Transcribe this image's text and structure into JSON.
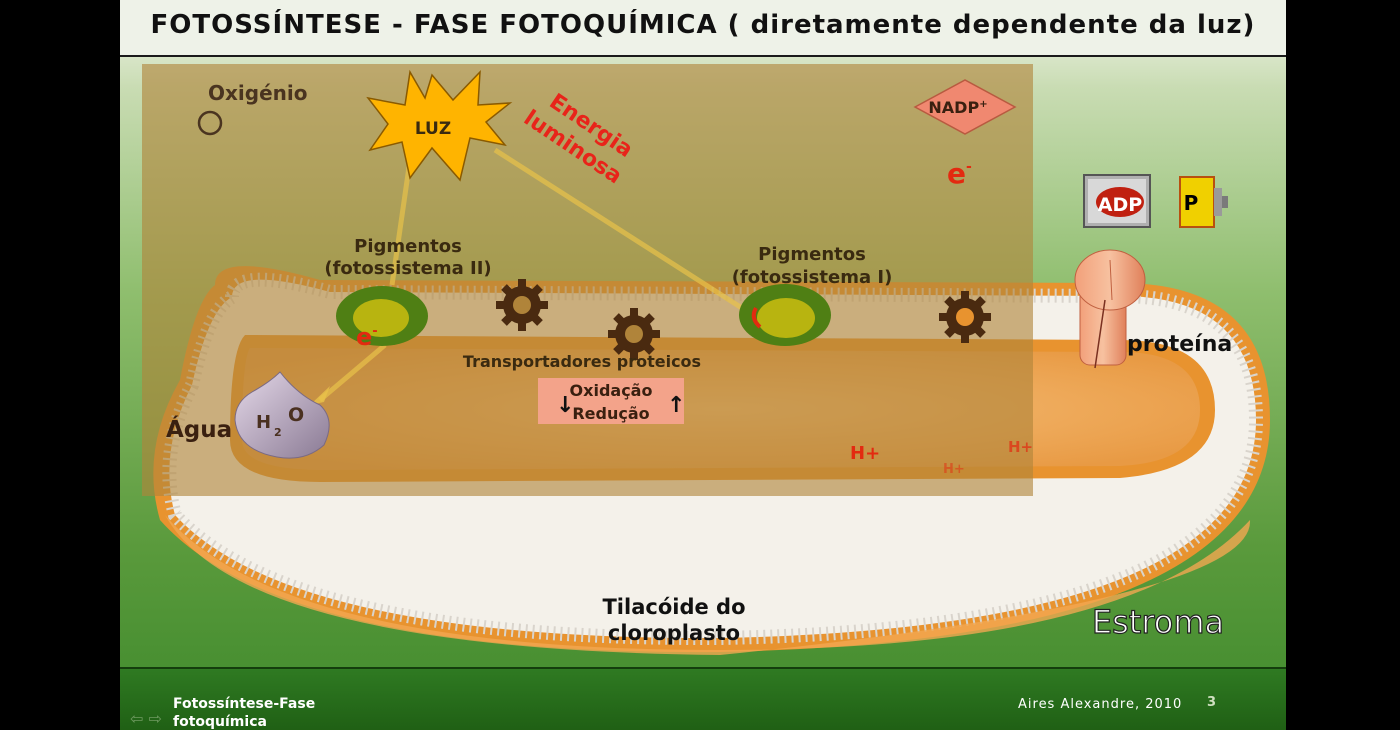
{
  "title": "FOTOSSÍNTESE - FASE FOTOQUÍMICA ( diretamente dependente da luz)",
  "labels": {
    "oxygen": "Oxigénio",
    "light": "LUZ",
    "light_energy_1": "Energia",
    "light_energy_2": "luminosa",
    "nadp": "NADP",
    "nadp_sup": "+",
    "electron": "e",
    "electron_sup": "-",
    "adp": "ADP",
    "phosphate": "P",
    "psii_1": "Pigmentos",
    "psii_2": "(fotossistema II)",
    "psi_1": "Pigmentos",
    "psi_2": "(fotossistema I)",
    "protein": "proteína",
    "transporters": "Transportadores proteicos",
    "oxidation": "Oxidação",
    "reduction": "Redução",
    "water": "Água",
    "h2o_h": "H",
    "h2o_sub": "2",
    "h2o_o": "O",
    "hplus": "H+",
    "thylakoid_1": "Tilacóide do",
    "thylakoid_2": "cloroplasto",
    "stroma": "Estroma"
  },
  "colors": {
    "overlay": "#b0843a",
    "membrane": "#f0a045",
    "pigment_outer": "#4f7f14",
    "pigment_inner": "#b8b410",
    "sun": "#ffb400",
    "electron": "#e32a10",
    "nadp": "#f08870",
    "redox_box": "#f3a38a",
    "gear": "#4a2a10"
  },
  "footer": {
    "left_1": "Fotossíntese-Fase",
    "left_2": "fotoquímica",
    "author": "Aires Alexandre, 2010",
    "page": "3"
  }
}
